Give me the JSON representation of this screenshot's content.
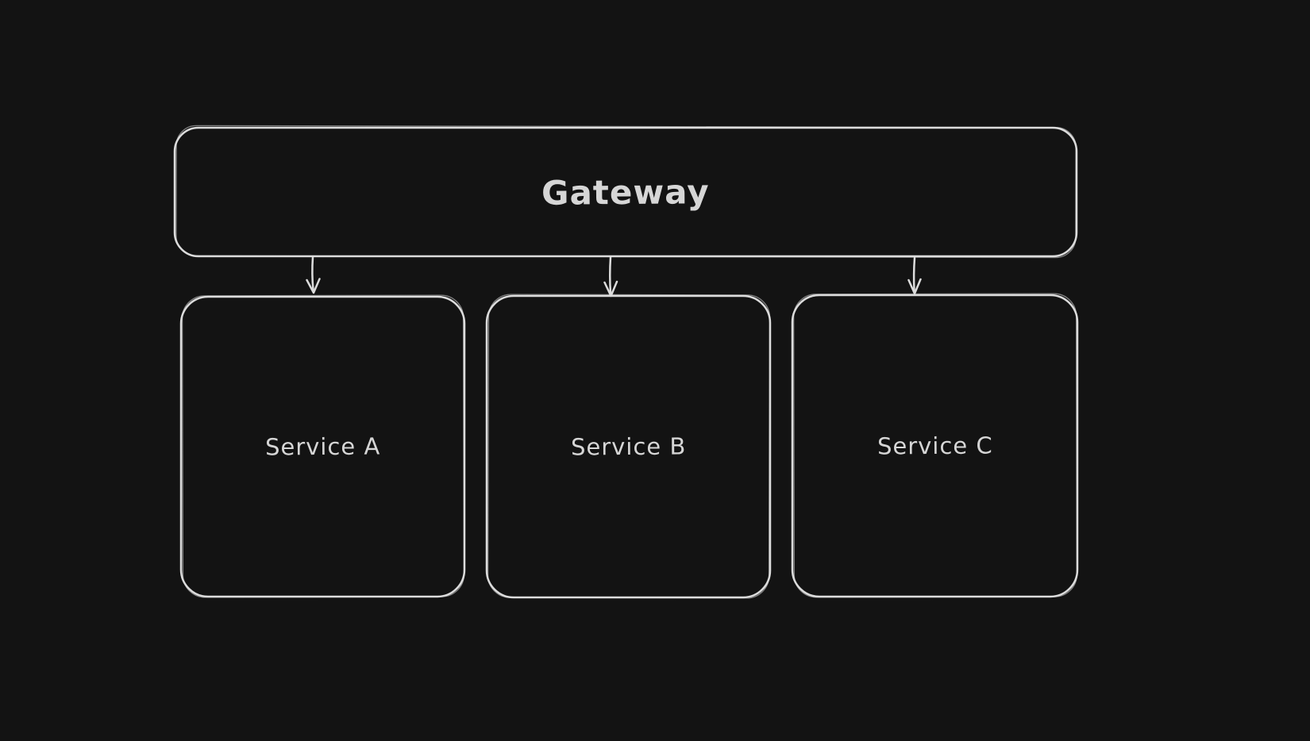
{
  "diagram": {
    "kind": "flowchart",
    "style": "hand-drawn-dark",
    "theme": {
      "background": "#131313",
      "stroke": "#dcdcdc",
      "text": "#d6d6d6"
    },
    "nodes": [
      {
        "id": "gateway",
        "label": "Gateway",
        "shape": "rounded-rectangle"
      },
      {
        "id": "service-a",
        "label": "Service A",
        "shape": "rounded-rectangle"
      },
      {
        "id": "service-b",
        "label": "Service B",
        "shape": "rounded-rectangle"
      },
      {
        "id": "service-c",
        "label": "Service C",
        "shape": "rounded-rectangle"
      }
    ],
    "edges": [
      {
        "from": "gateway",
        "to": "service-a",
        "arrow": "down"
      },
      {
        "from": "gateway",
        "to": "service-b",
        "arrow": "down"
      },
      {
        "from": "gateway",
        "to": "service-c",
        "arrow": "down"
      }
    ]
  }
}
